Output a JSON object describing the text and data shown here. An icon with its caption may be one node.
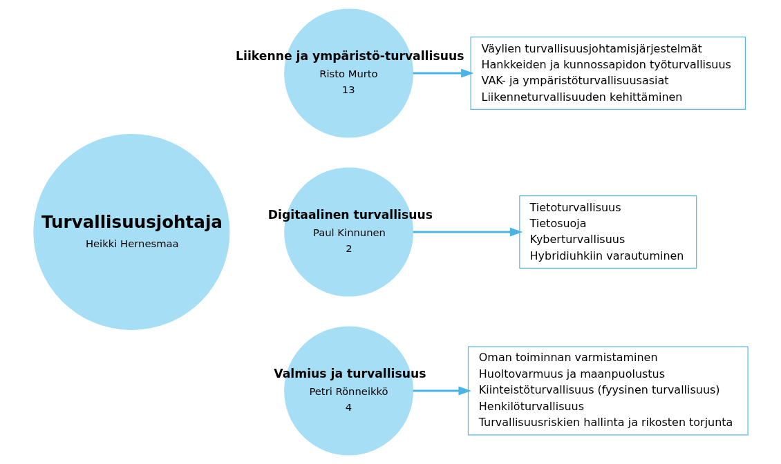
{
  "diagram": {
    "nodes": [
      {
        "text": [
          "Turvallisuusjohtaja",
          "Heikki Hernesmaa"
        ]
      },
      {
        "text": [
          "Liikenne ja ympäristö-turvallisuus",
          "Risto Murto",
          "13"
        ]
      },
      {
        "text": [
          "Digitaalinen turvallisuus",
          "Paul Kinnunen",
          "2"
        ]
      },
      {
        "text": [
          "Valmius ja turvallisuus",
          "Petri Rönneikkö",
          "4"
        ]
      },
      {
        "text": [
          "Väylien turvallisuusjohtamisjärjestelmät",
          "Hankkeiden ja kunnossapidon työturvallisuus",
          "VAK- ja ympäristöturvallisuusasiat",
          "Liikenneturvallisuuden kehittäminen"
        ]
      },
      {
        "text": [
          "Tietoturvallisuus",
          "Tietosuoja",
          "Kyberturvallisuus",
          "Hybridiuhkiin varautuminen"
        ]
      },
      {
        "text": [
          "Oman toiminnan varmistaminen",
          "Huoltovarmuus ja maanpuolustus",
          "Kiinteistöturvallisuus (fyysinen turvallisuus)",
          "Henkilöturvallisuus",
          "Turvallisuusriskien hallinta ja rikosten torjunta"
        ]
      }
    ],
    "edges": [
      {
        "from": 1,
        "to": 4,
        "arrow": "to"
      },
      {
        "from": 2,
        "to": 5,
        "arrow": "to"
      },
      {
        "from": 3,
        "to": 6,
        "arrow": "to"
      }
    ]
  }
}
